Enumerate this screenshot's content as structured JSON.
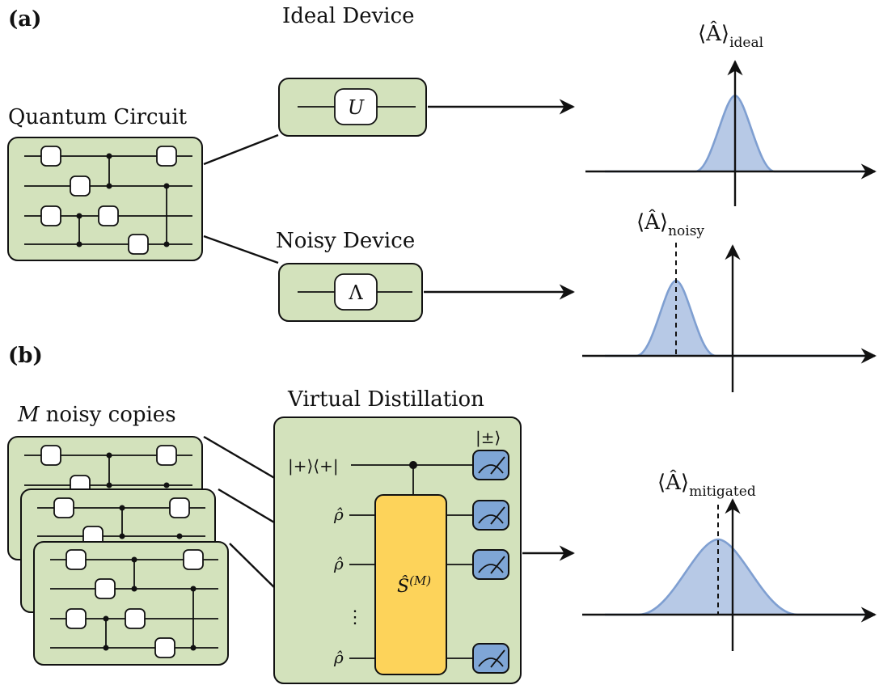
{
  "panels": {
    "a": {
      "label": "(a)"
    },
    "b": {
      "label": "(b)"
    }
  },
  "labels": {
    "quantum_circuit": "Quantum Circuit",
    "ideal_device": "Ideal Device",
    "noisy_device": "Noisy Device",
    "ideal_gate": "U",
    "noisy_gate": "Λ",
    "m_noisy_copies_var": "M",
    "m_noisy_copies_text": "noisy copies",
    "virtual_distillation": "Virtual Distillation",
    "ancilla_state": "|+⟩⟨+|",
    "measure_basis": "|±⟩",
    "rho": "ρ̂",
    "s_operator": "Ŝ",
    "s_superscript": "(M)",
    "vdots": "⋮"
  },
  "expectations": {
    "ideal": {
      "symbol": "⟨Â⟩",
      "subscript": "ideal"
    },
    "noisy": {
      "symbol": "⟨Â⟩",
      "subscript": "noisy"
    },
    "mitigated": {
      "symbol": "⟨Â⟩",
      "subscript": "mitigated"
    }
  },
  "colors": {
    "box_green": "#d3e2bc",
    "distribution_fill": "#b7c9e6",
    "distribution_stroke": "#7f9fd1",
    "measurement": "#7fa6d6",
    "operator_yellow": "#fdd35a"
  }
}
